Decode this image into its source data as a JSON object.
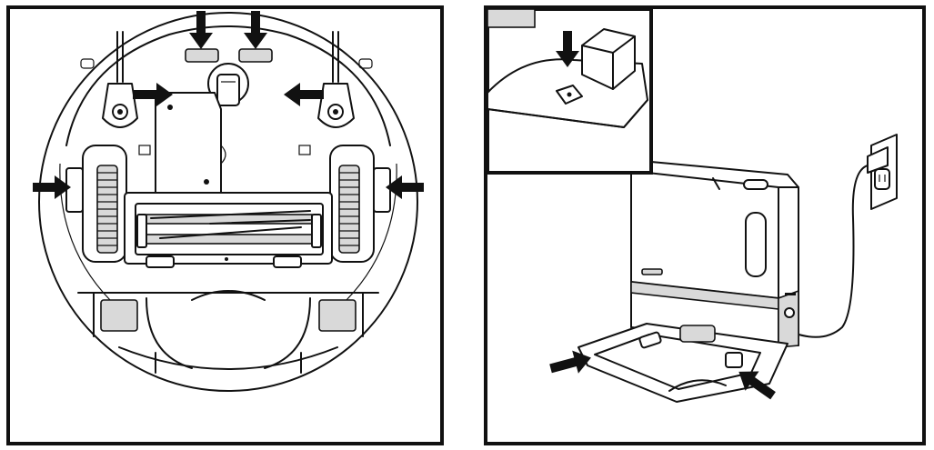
{
  "figure": {
    "left_panel": {
      "subject": "robot-vacuum-underside",
      "arrow_count": 6
    },
    "right_panel": {
      "subject": "self-empty-base-station",
      "arrow_count": 3,
      "has_inset": true
    },
    "colors": {
      "line": "#111111",
      "background": "#ffffff",
      "arrow": "#111111",
      "shade": "#d9d9d9"
    },
    "icons": [
      "arrow-icon",
      "power-outlet-icon",
      "power-plug-icon"
    ]
  }
}
